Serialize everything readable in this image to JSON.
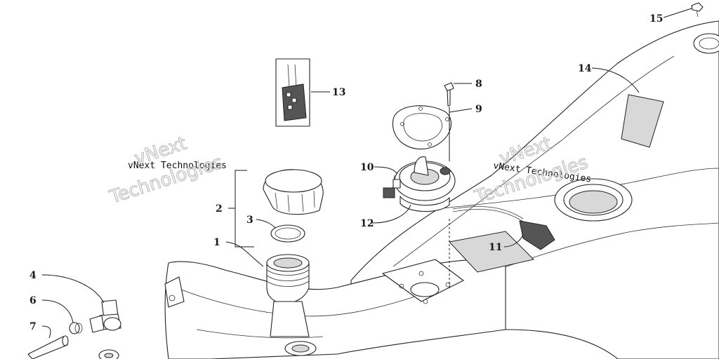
{
  "callouts": {
    "c1": "1",
    "c2": "2",
    "c3": "3",
    "c4": "4",
    "c6": "6",
    "c7": "7",
    "c8": "8",
    "c9": "9",
    "c10": "10",
    "c11": "11",
    "c12": "12",
    "c13": "13",
    "c14": "14",
    "c15": "15"
  },
  "watermarks": {
    "left_small": "vNext Technologies",
    "left_big_line1": "vNext",
    "left_big_line2": "Technologies",
    "right_small": "vNext Technologies",
    "right_big_line1": "vNext",
    "right_big_line2": "Technologies"
  }
}
